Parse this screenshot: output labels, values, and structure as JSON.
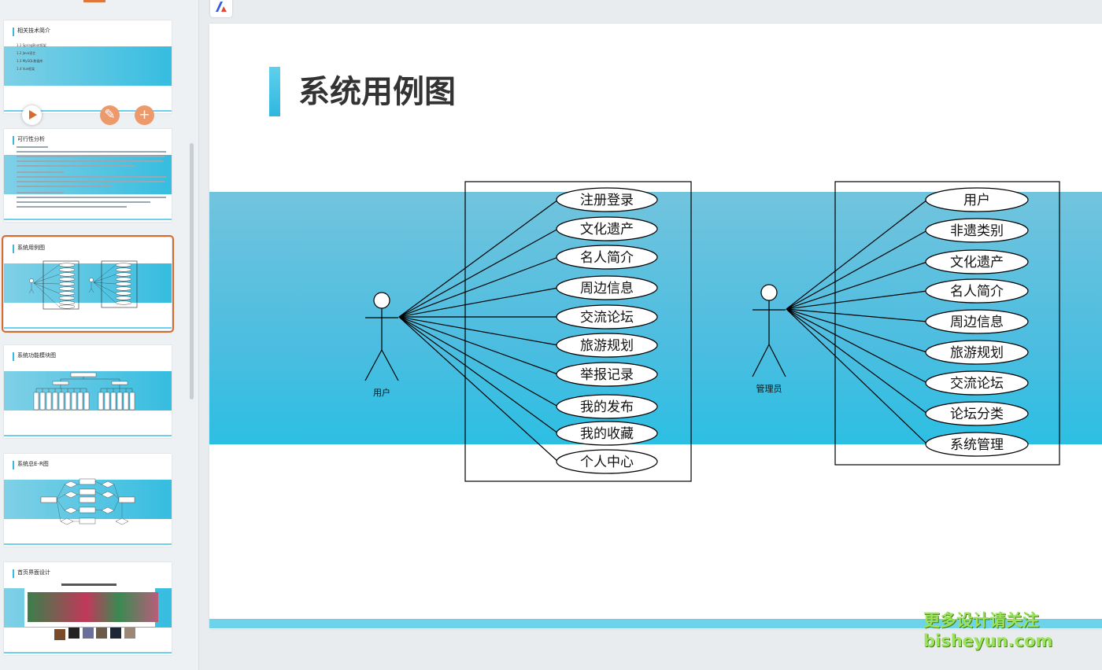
{
  "sidebar": {
    "slides": [
      {
        "title": "相关技术简介",
        "items": [
          "1.1 SpringBoot框架",
          "1.2 Java语言",
          "1.3 MySQL数据库",
          "1.4 Vue框架"
        ]
      },
      {
        "title": "可行性分析"
      },
      {
        "title": "系统用例图"
      },
      {
        "title": "系统功能模块图"
      },
      {
        "title": "系统总E-R图"
      },
      {
        "title": "首页界面设计"
      }
    ]
  },
  "slide": {
    "title": "系统用例图",
    "user_actor": "用户",
    "admin_actor": "管理员",
    "user_cases": [
      "注册登录",
      "文化遗产",
      "名人简介",
      "周边信息",
      "交流论坛",
      "旅游规划",
      "举报记录",
      "我的发布",
      "我的收藏",
      "个人中心"
    ],
    "admin_cases": [
      "用户",
      "非遗类别",
      "文化遗产",
      "名人简介",
      "周边信息",
      "旅游规划",
      "交流论坛",
      "论坛分类",
      "系统管理"
    ]
  },
  "watermark": {
    "line1": "更多设计请关注",
    "line2": "bisheyun.com"
  },
  "colors": {
    "accent": "#d9692d",
    "band": "#4cbde0",
    "title": "#333333"
  }
}
